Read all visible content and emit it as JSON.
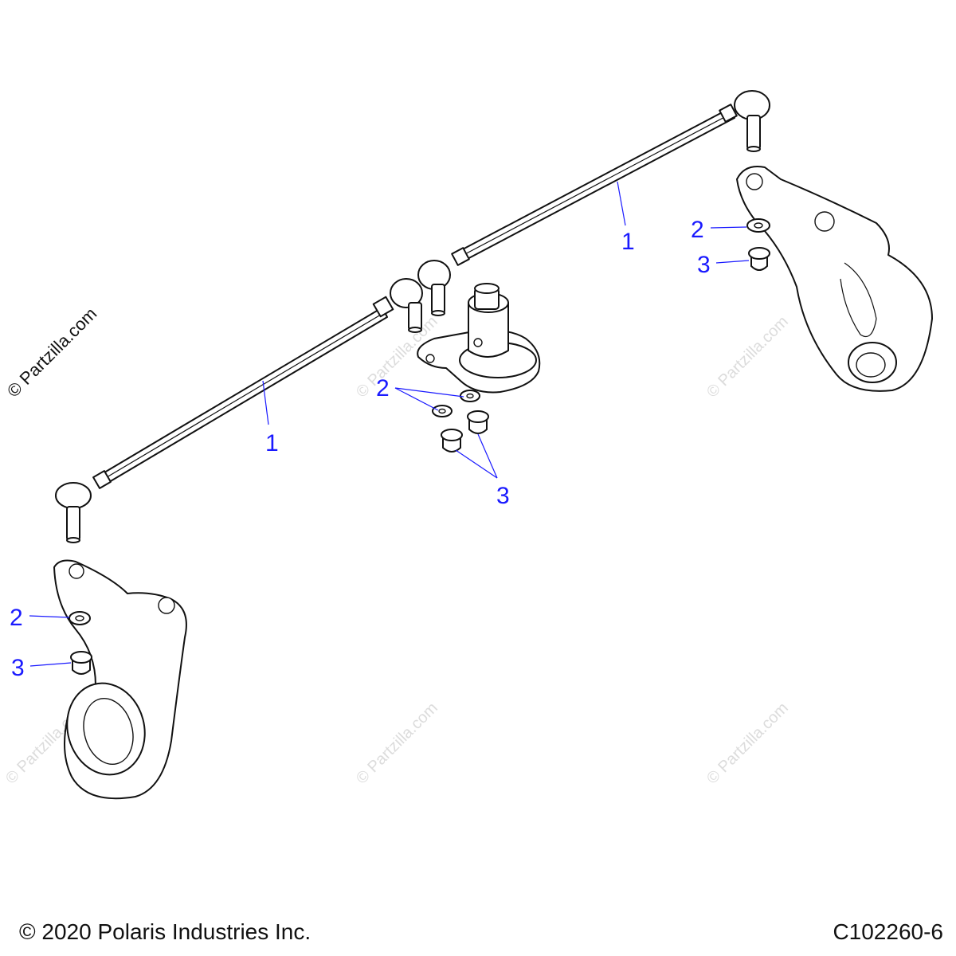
{
  "colors": {
    "callout": "#1a1aff",
    "line": "#111111",
    "watermark": "#dcdcdc"
  },
  "watermark": {
    "text": "© Partzilla.com"
  },
  "side_watermark": {
    "text": "© Partzilla.com"
  },
  "callouts": {
    "tie_rod_label": "1",
    "washer_label": "2",
    "nut_label": "3"
  },
  "footer": {
    "copyright": "© 2020 Polaris Industries Inc.",
    "figure_id": "C102260-6"
  }
}
